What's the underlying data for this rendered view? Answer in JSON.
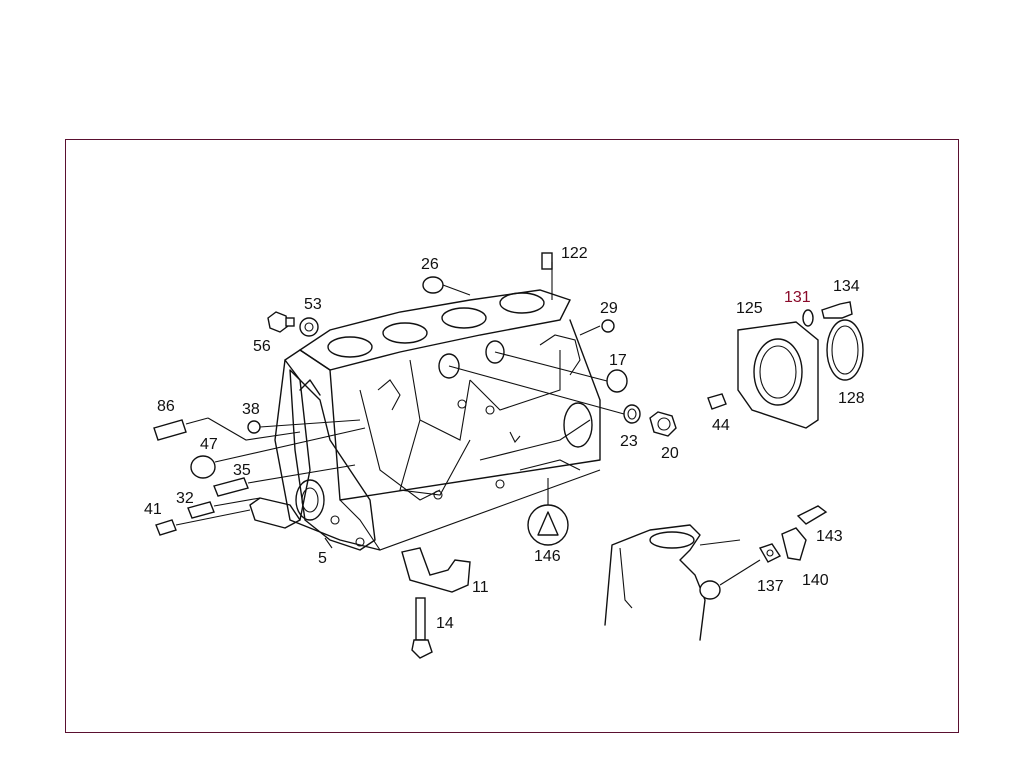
{
  "labels": {
    "l122": "122",
    "l26": "26",
    "l29": "29",
    "l53": "53",
    "l56": "56",
    "l17": "17",
    "l125": "125",
    "l131": "131",
    "l134": "134",
    "l128": "128",
    "l86": "86",
    "l38": "38",
    "l47": "47",
    "l35": "35",
    "l32": "32",
    "l41": "41",
    "l5": "5",
    "l23": "23",
    "l20": "20",
    "l44": "44",
    "l146": "146",
    "l11": "11",
    "l14": "14",
    "l143": "143",
    "l137": "137",
    "l140": "140"
  },
  "colors": {
    "frame": "#5a1030",
    "line": "#111111",
    "accent": "#8a0a2a"
  }
}
